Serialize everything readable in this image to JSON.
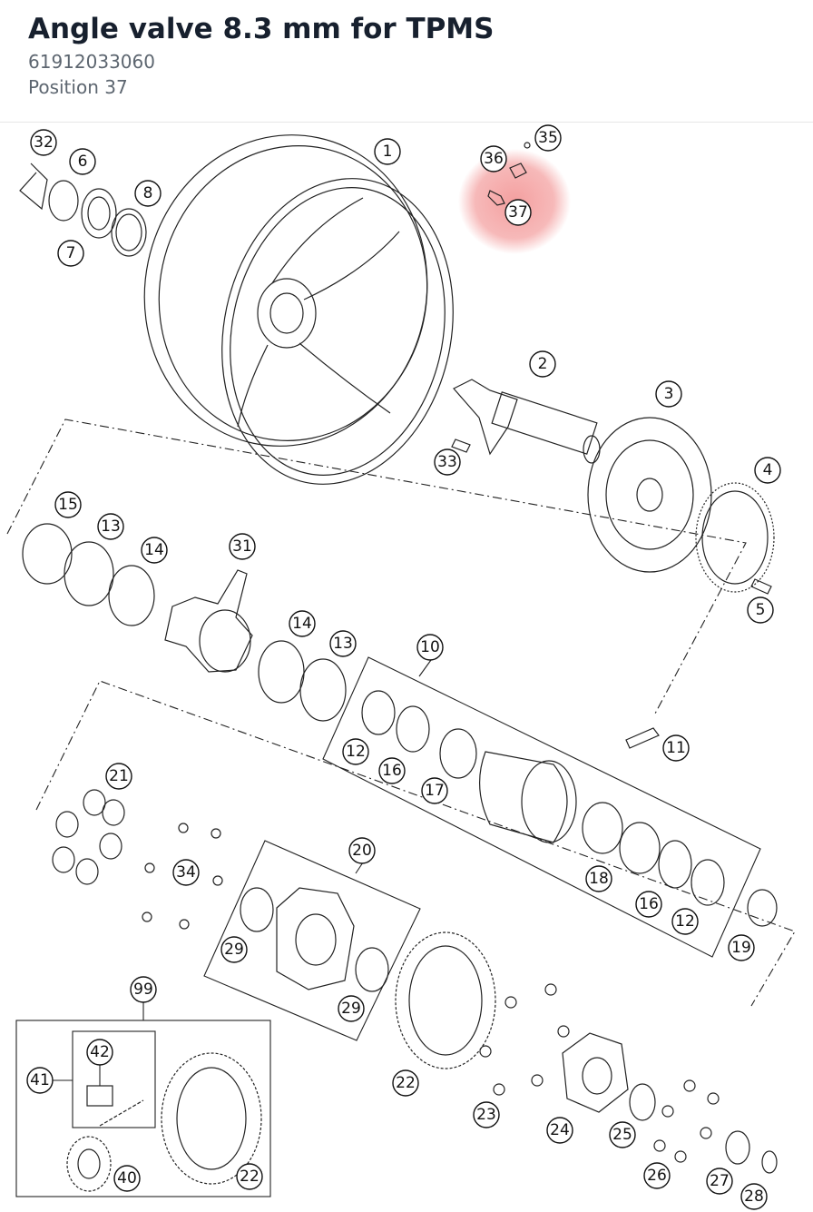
{
  "header": {
    "title": "Angle valve 8.3 mm for TPMS",
    "part_number": "61912033060",
    "position": "Position 37"
  },
  "highlight": {
    "position": "37",
    "color": "#f08080"
  },
  "callouts": [
    "32",
    "6",
    "8",
    "7",
    "1",
    "36",
    "35",
    "37",
    "2",
    "3",
    "33",
    "4",
    "5",
    "15",
    "13",
    "14",
    "31",
    "14",
    "13",
    "10",
    "12",
    "16",
    "17",
    "11",
    "21",
    "34",
    "20",
    "18",
    "16",
    "12",
    "19",
    "29",
    "29",
    "99",
    "42",
    "41",
    "22",
    "23",
    "24",
    "25",
    "26",
    "27",
    "28",
    "40",
    "22"
  ]
}
